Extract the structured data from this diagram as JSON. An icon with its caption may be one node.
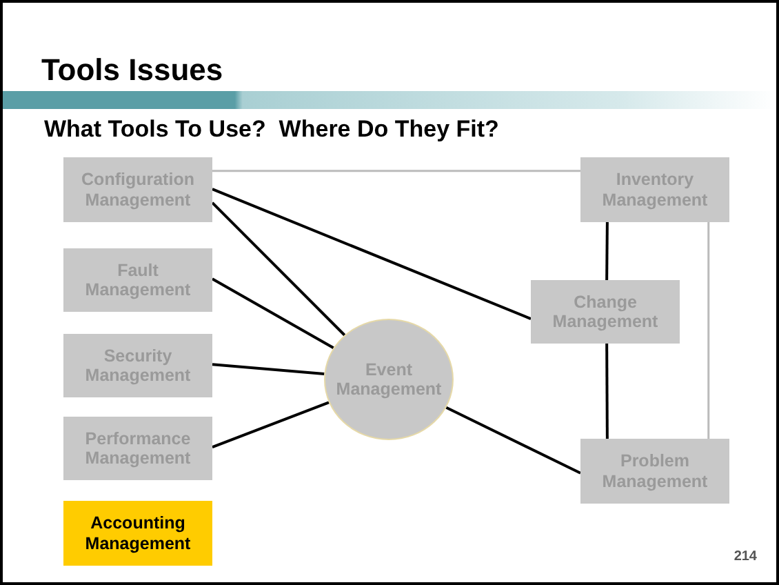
{
  "diagram": {
    "title": "Tools Issues",
    "nodes": [
      {
        "text": [
          "Configuration Management"
        ]
      },
      {
        "text": [
          "Fault Management"
        ]
      },
      {
        "text": [
          "Security Management"
        ]
      },
      {
        "text": [
          "Performance Management"
        ]
      },
      {
        "text": [
          "Accounting Management"
        ]
      },
      {
        "text": [
          "Event Management"
        ]
      },
      {
        "text": [
          "Inventory Management"
        ]
      },
      {
        "text": [
          "Change Management"
        ]
      },
      {
        "text": [
          "Problem Management"
        ]
      }
    ],
    "edges": [
      {
        "from": 0,
        "to": 6,
        "arrow": "none",
        "color": "#bbbbbb"
      },
      {
        "from": 0,
        "to": 7,
        "arrow": "none"
      },
      {
        "from": 0,
        "to": 5,
        "arrow": "none"
      },
      {
        "from": 1,
        "to": 5,
        "arrow": "none"
      },
      {
        "from": 2,
        "to": 5,
        "arrow": "none"
      },
      {
        "from": 3,
        "to": 5,
        "arrow": "none"
      },
      {
        "from": 5,
        "to": 8,
        "arrow": "none"
      },
      {
        "from": 6,
        "to": 7,
        "arrow": "none"
      },
      {
        "from": 7,
        "to": 8,
        "arrow": "none"
      },
      {
        "from": 6,
        "to": 8,
        "arrow": "none",
        "color": "#bbbbbb"
      }
    ],
    "labels": [
      "What Tools To Use?  Where Do They Fit?",
      "214"
    ]
  }
}
